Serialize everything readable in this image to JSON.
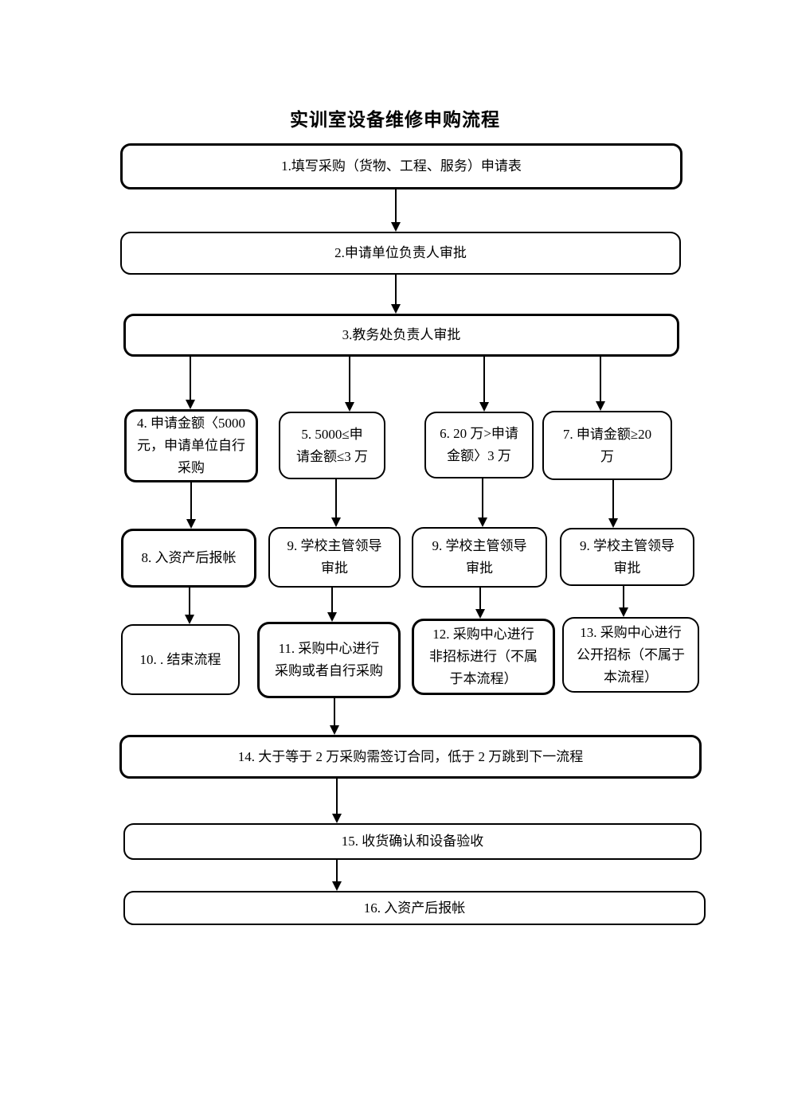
{
  "title": "实训室设备维修申购流程",
  "nodes": [
    {
      "id": "1",
      "label": "1.填写采购（货物、工程、服务）申请表"
    },
    {
      "id": "2",
      "label": "2.申请单位负责人审批"
    },
    {
      "id": "3",
      "label": "3.教务处负责人审批"
    },
    {
      "id": "4",
      "label": "4. 申请金额〈5000\n元，申请单位自行\n采购"
    },
    {
      "id": "5",
      "label": "5. 5000≤申\n请金额≤3 万"
    },
    {
      "id": "6",
      "label": "6. 20 万>申请\n金额〉3 万"
    },
    {
      "id": "7",
      "label": "7. 申请金额≥20\n万"
    },
    {
      "id": "8",
      "label": "8. 入资产后报帐"
    },
    {
      "id": "9a",
      "label": "9. 学校主管领导\n审批"
    },
    {
      "id": "9b",
      "label": "9. 学校主管领导\n审批"
    },
    {
      "id": "9c",
      "label": "9. 学校主管领导\n审批"
    },
    {
      "id": "10",
      "label": "10. . 结束流程"
    },
    {
      "id": "11",
      "label": "11. 采购中心进行\n采购或者自行采购"
    },
    {
      "id": "12",
      "label": "12. 采购中心进行\n非招标进行（不属\n于本流程）"
    },
    {
      "id": "13",
      "label": "13. 采购中心进行\n公开招标（不属于\n本流程）"
    },
    {
      "id": "14",
      "label": "14. 大于等于 2 万采购需签订合同，低于 2 万跳到下一流程"
    },
    {
      "id": "15",
      "label": "15. 收货确认和设备验收"
    },
    {
      "id": "16",
      "label": "16.  入资产后报帐"
    }
  ],
  "edges": [
    [
      "1",
      "2"
    ],
    [
      "2",
      "3"
    ],
    [
      "3",
      "4"
    ],
    [
      "3",
      "5"
    ],
    [
      "3",
      "6"
    ],
    [
      "3",
      "7"
    ],
    [
      "4",
      "8"
    ],
    [
      "5",
      "9a"
    ],
    [
      "6",
      "9b"
    ],
    [
      "7",
      "9c"
    ],
    [
      "8",
      "10"
    ],
    [
      "9a",
      "11"
    ],
    [
      "9b",
      "12"
    ],
    [
      "9c",
      "13"
    ],
    [
      "11",
      "14"
    ],
    [
      "14",
      "15"
    ],
    [
      "15",
      "16"
    ]
  ],
  "colors": {
    "line": "#000000",
    "background": "#ffffff",
    "text": "#000000"
  }
}
